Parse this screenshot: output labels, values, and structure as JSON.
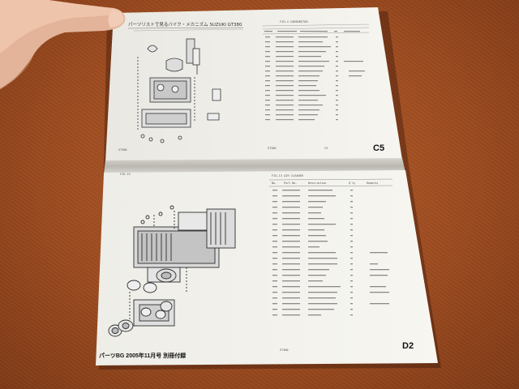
{
  "top_page": {
    "header": "パーツリストで見るバイク・メカニズム SUZUKI GT380",
    "page_code": "C5",
    "table_title": "FIG.4 CARBURETOR",
    "footer_left": "GT380",
    "footer_mid": "GT380",
    "footer_right": "C5"
  },
  "bottom_page": {
    "table_title": "FIG.13 AIR CLEANER",
    "col_no": "No.",
    "col_part": "Part No.",
    "col_desc": "Description",
    "col_qty": "Q'ty",
    "col_remarks": "Remarks",
    "page_code": "D2",
    "footer_text": "パーツBG 2005年11月号 別冊付録",
    "footer_mid": "GT380"
  },
  "colors": {
    "table_surface": "#9e4c20",
    "paper": "#f4f3ee",
    "finger": "#e6b9a0"
  }
}
